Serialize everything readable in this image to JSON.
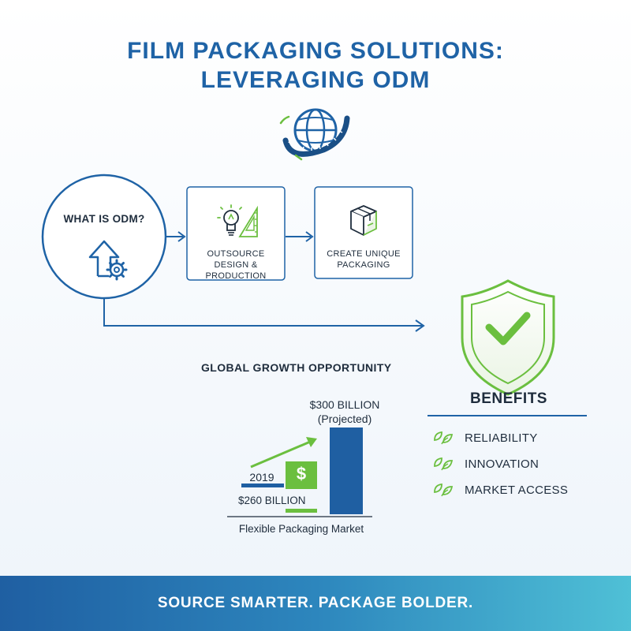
{
  "title": {
    "line1": "FILM PACKAGING SOLUTIONS:",
    "line2": "LEVERAGING ODM"
  },
  "icons": {
    "globe": "globe-film-orbit-icon",
    "upload_gear": "arrow-up-gear-icon",
    "lightbulb_ruler": "lightbulb-ruler-icon",
    "box": "package-box-icon",
    "shield": "shield-checkmark-icon",
    "leaf": "leaf-icon"
  },
  "flow": {
    "circle_label": "WHAT IS ODM?",
    "box1_label": "OUTSOURCE DESIGN & PRODUCTION",
    "box2_label": "CREATE UNIQUE PACKAGING"
  },
  "growth": {
    "title": "GLOBAL GROWTH OPPORTUNITY",
    "bar_2019_label": "2019",
    "bar_2019_value": "$260 BILLION",
    "bar_proj_value": "$300 BILLION",
    "bar_proj_note": "(Projected)",
    "dollar_sign": "$",
    "caption": "Flexible Packaging Market"
  },
  "chart_data": {
    "type": "bar",
    "categories": [
      "2019",
      "Projected"
    ],
    "values": [
      260,
      300
    ],
    "title": "GLOBAL GROWTH OPPORTUNITY",
    "xlabel": "Flexible Packaging Market",
    "ylabel": "",
    "unit": "$ BILLION"
  },
  "benefits": {
    "title": "BENEFITS",
    "items": [
      {
        "label": "RELIABILITY"
      },
      {
        "label": "INNOVATION"
      },
      {
        "label": "MARKET ACCESS"
      }
    ]
  },
  "footer": {
    "tagline": "SOURCE SMARTER. PACKAGE BOLDER."
  },
  "colors": {
    "primary_blue": "#1f63a6",
    "dark_blue": "#1f5fa2",
    "green": "#6bbf3f",
    "teal": "#4fc0d6",
    "text": "#1f2d3d"
  }
}
